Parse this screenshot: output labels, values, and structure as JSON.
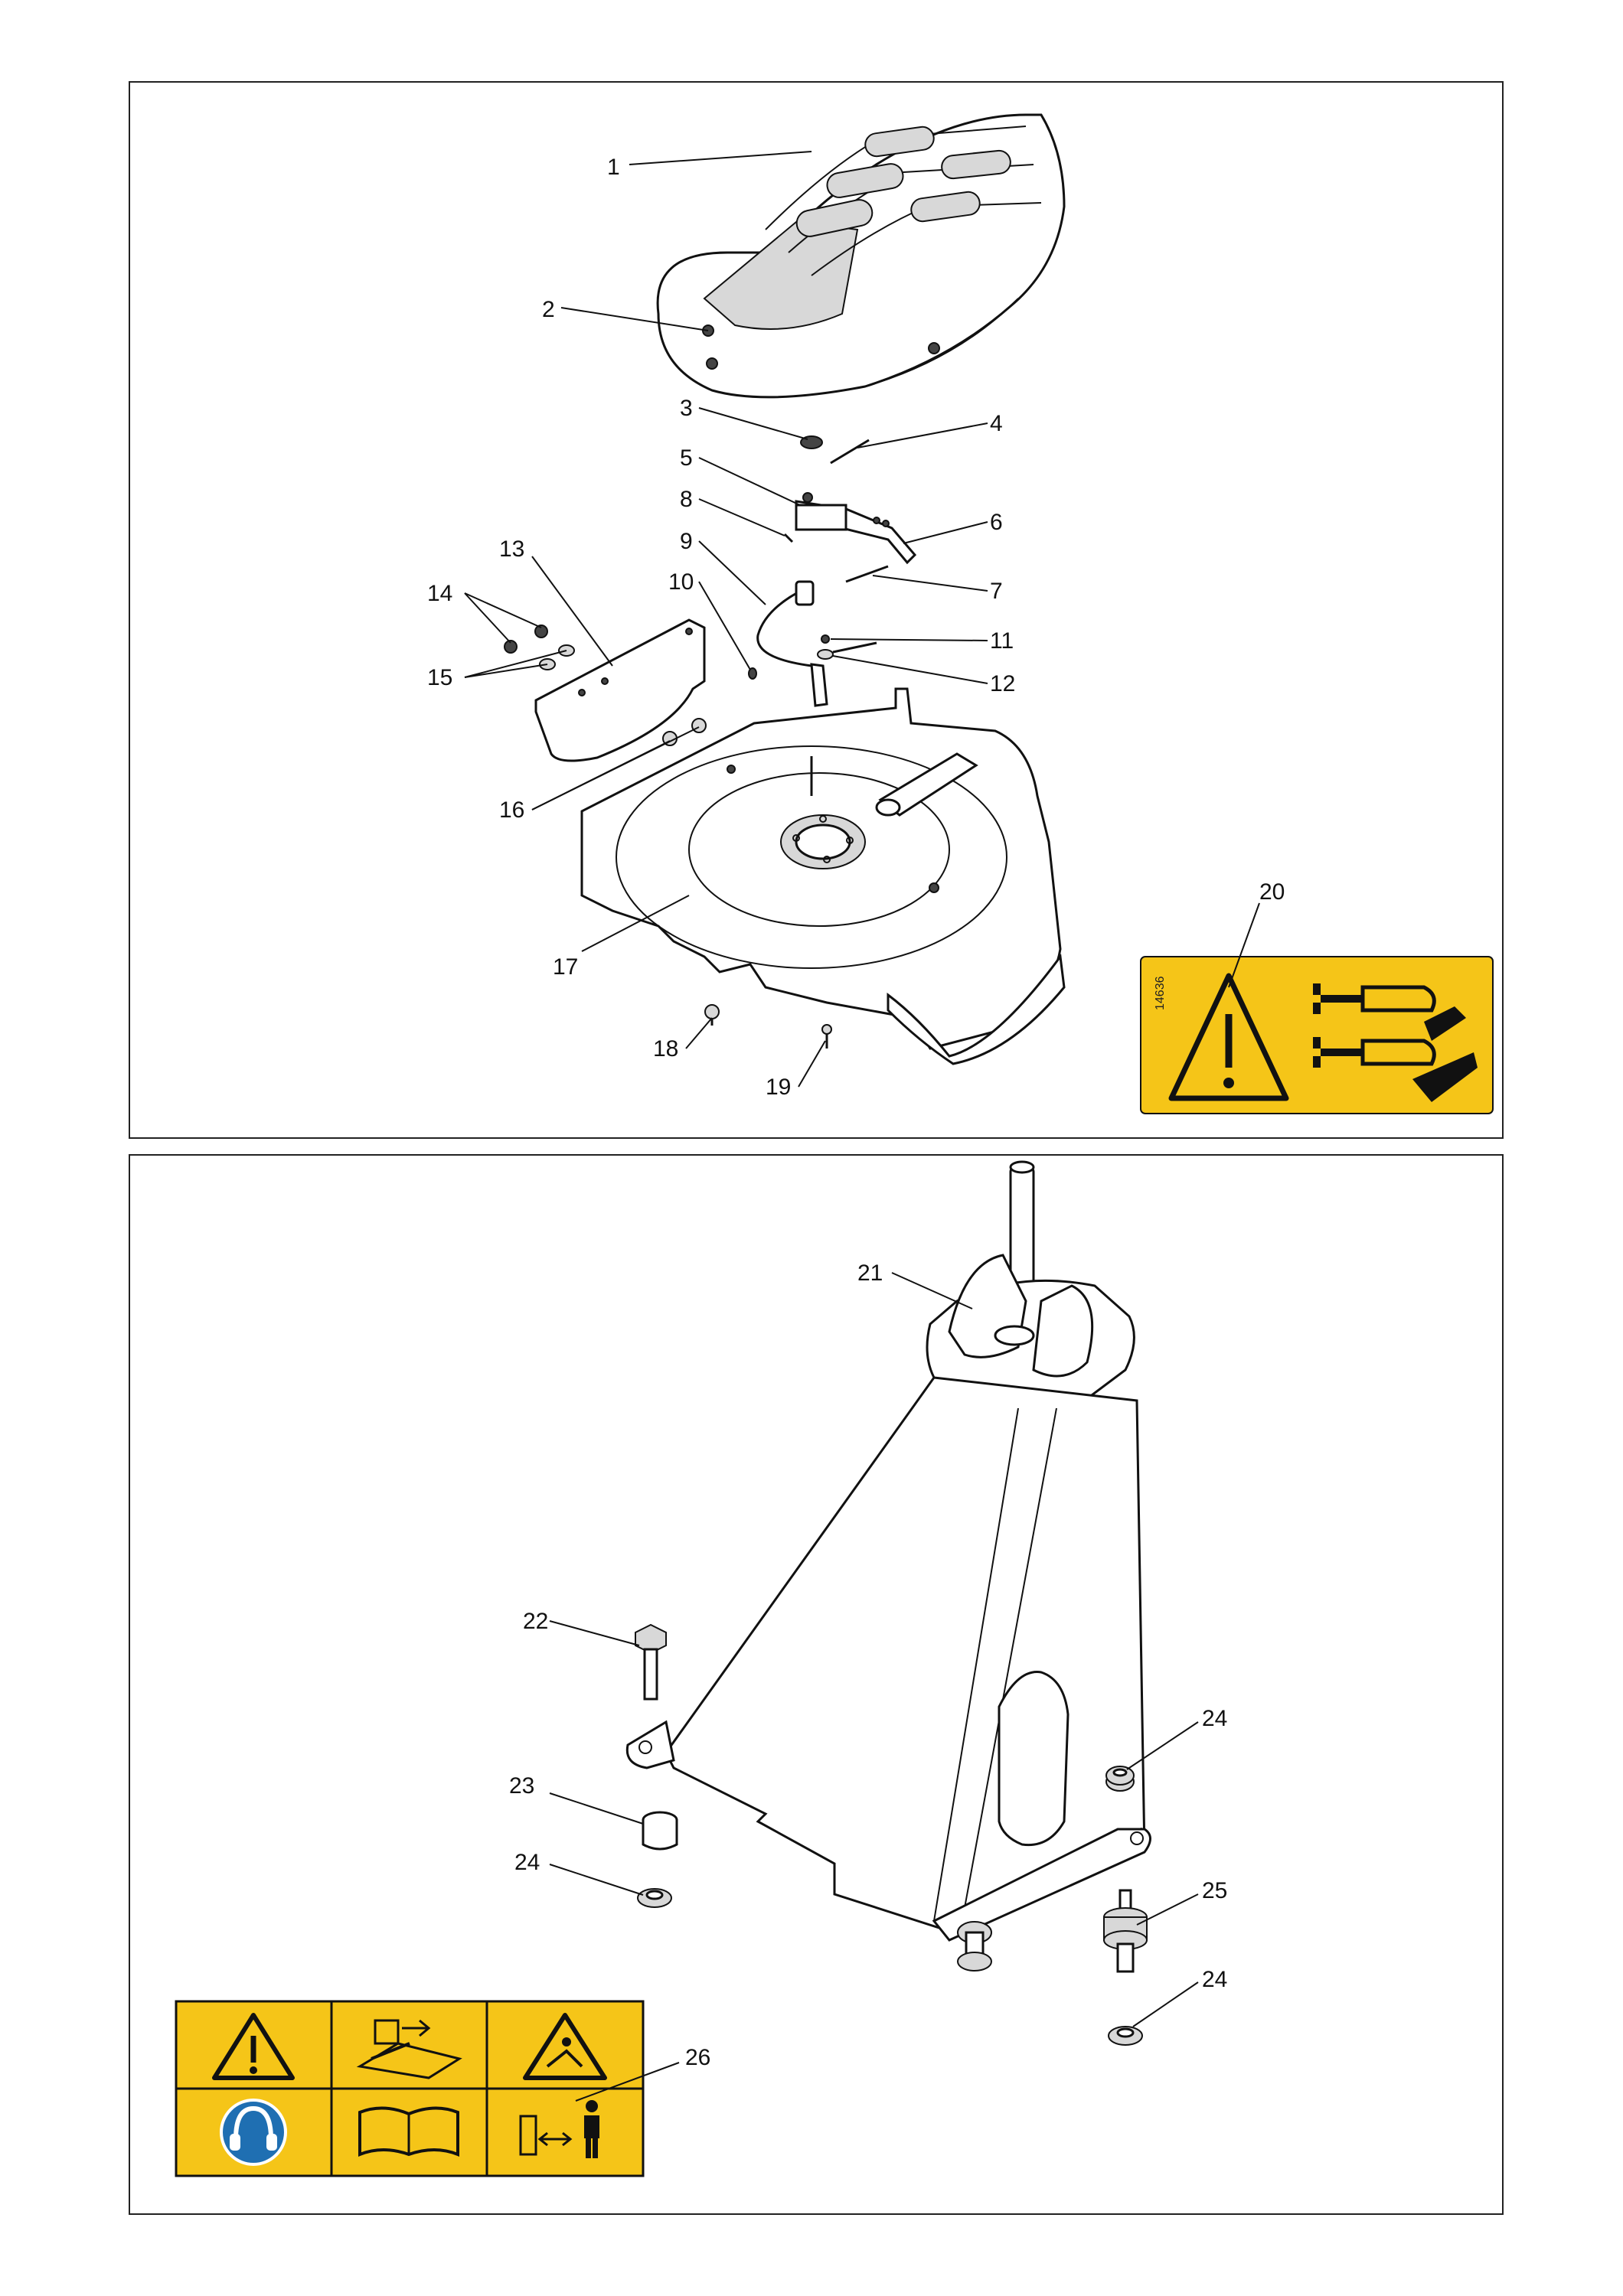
{
  "decal_20": {
    "code": "14636",
    "bg": "#F5C518"
  },
  "decal_26": {
    "bg": "#F5C518",
    "blue": "#1F6FB2"
  },
  "callouts": [
    {
      "n": "1"
    },
    {
      "n": "2"
    },
    {
      "n": "3"
    },
    {
      "n": "4"
    },
    {
      "n": "5"
    },
    {
      "n": "6"
    },
    {
      "n": "7"
    },
    {
      "n": "8"
    },
    {
      "n": "9"
    },
    {
      "n": "10"
    },
    {
      "n": "11"
    },
    {
      "n": "12"
    },
    {
      "n": "13"
    },
    {
      "n": "14"
    },
    {
      "n": "15"
    },
    {
      "n": "16"
    },
    {
      "n": "17"
    },
    {
      "n": "18"
    },
    {
      "n": "19"
    },
    {
      "n": "20"
    },
    {
      "n": "21"
    },
    {
      "n": "22"
    },
    {
      "n": "23"
    },
    {
      "n": "24"
    },
    {
      "n": "24"
    },
    {
      "n": "24"
    },
    {
      "n": "25"
    },
    {
      "n": "26"
    }
  ]
}
